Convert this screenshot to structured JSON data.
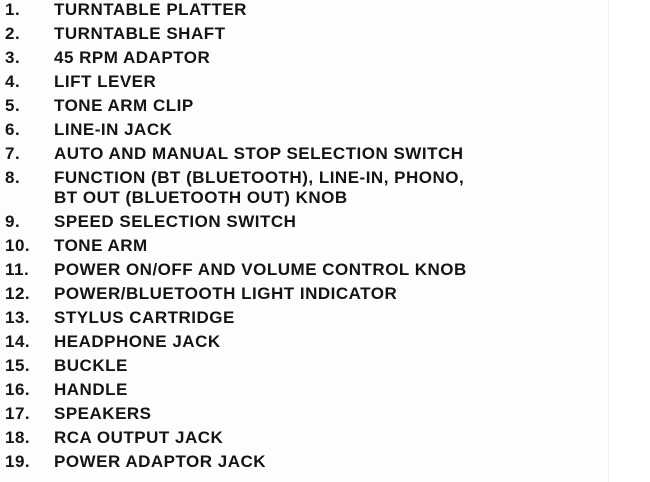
{
  "page": {
    "background": "#fdfdfd",
    "outside_background": "#ffffff",
    "edge_color": "#f0f0f0",
    "text_color": "#141414"
  },
  "parts_list": {
    "items": [
      {
        "number": "1.",
        "label": "TURNTABLE PLATTER"
      },
      {
        "number": "2.",
        "label": "TURNTABLE SHAFT"
      },
      {
        "number": "3.",
        "label": "45 RPM ADAPTOR"
      },
      {
        "number": "4.",
        "label": "LIFT LEVER"
      },
      {
        "number": "5.",
        "label": "TONE ARM CLIP"
      },
      {
        "number": "6.",
        "label": "LINE-IN JACK"
      },
      {
        "number": "7.",
        "label": "AUTO AND MANUAL STOP SELECTION SWITCH"
      },
      {
        "number": "8.",
        "label": "FUNCTION (BT (BLUETOOTH), LINE-IN, PHONO,",
        "label_line2": "BT OUT (BLUETOOTH OUT) KNOB"
      },
      {
        "number": "9.",
        "label": "SPEED SELECTION SWITCH"
      },
      {
        "number": "10.",
        "label": "TONE ARM"
      },
      {
        "number": "11.",
        "label": "POWER ON/OFF AND VOLUME CONTROL KNOB"
      },
      {
        "number": "12.",
        "label": "POWER/BLUETOOTH LIGHT INDICATOR"
      },
      {
        "number": "13.",
        "label": "STYLUS CARTRIDGE"
      },
      {
        "number": "14.",
        "label": "HEADPHONE JACK"
      },
      {
        "number": "15.",
        "label": "BUCKLE"
      },
      {
        "number": "16.",
        "label": "HANDLE"
      },
      {
        "number": "17.",
        "label": "SPEAKERS"
      },
      {
        "number": "18.",
        "label": "RCA OUTPUT JACK"
      },
      {
        "number": "19.",
        "label": "POWER ADAPTOR JACK"
      }
    ]
  }
}
